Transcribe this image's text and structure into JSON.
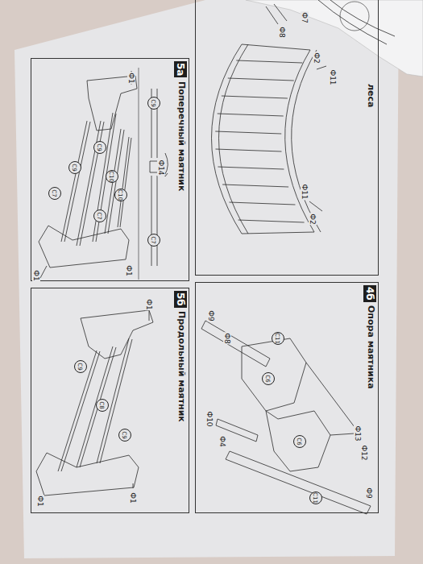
{
  "diagram": {
    "nodes": [
      {
        "text": [
          "5а",
          "Поперечный маятник"
        ]
      },
      {
        "text": [
          "5б",
          "Продольный маятник"
        ]
      },
      {
        "text": [
          "леса"
        ]
      },
      {
        "text": [
          "4б",
          "Опора маятника"
        ]
      }
    ],
    "labels": [
      "Ф1",
      "С9",
      "Ф14",
      "С7",
      "С9",
      "С9",
      "С10",
      "С10",
      "С7",
      "С7",
      "Ф1",
      "Ф1",
      "Ф1",
      "С9",
      "С8",
      "С9",
      "Ф1",
      "Ф1",
      "Ф13",
      "Ф12",
      "Ф9",
      "Ф8",
      "С11",
      "С6",
      "С6",
      "Ф10",
      "Ф4",
      "С11",
      "Ф9",
      "Ф2",
      "Ф11",
      "Ф11",
      "Ф2",
      "Ф7",
      "Ф8"
    ]
  }
}
